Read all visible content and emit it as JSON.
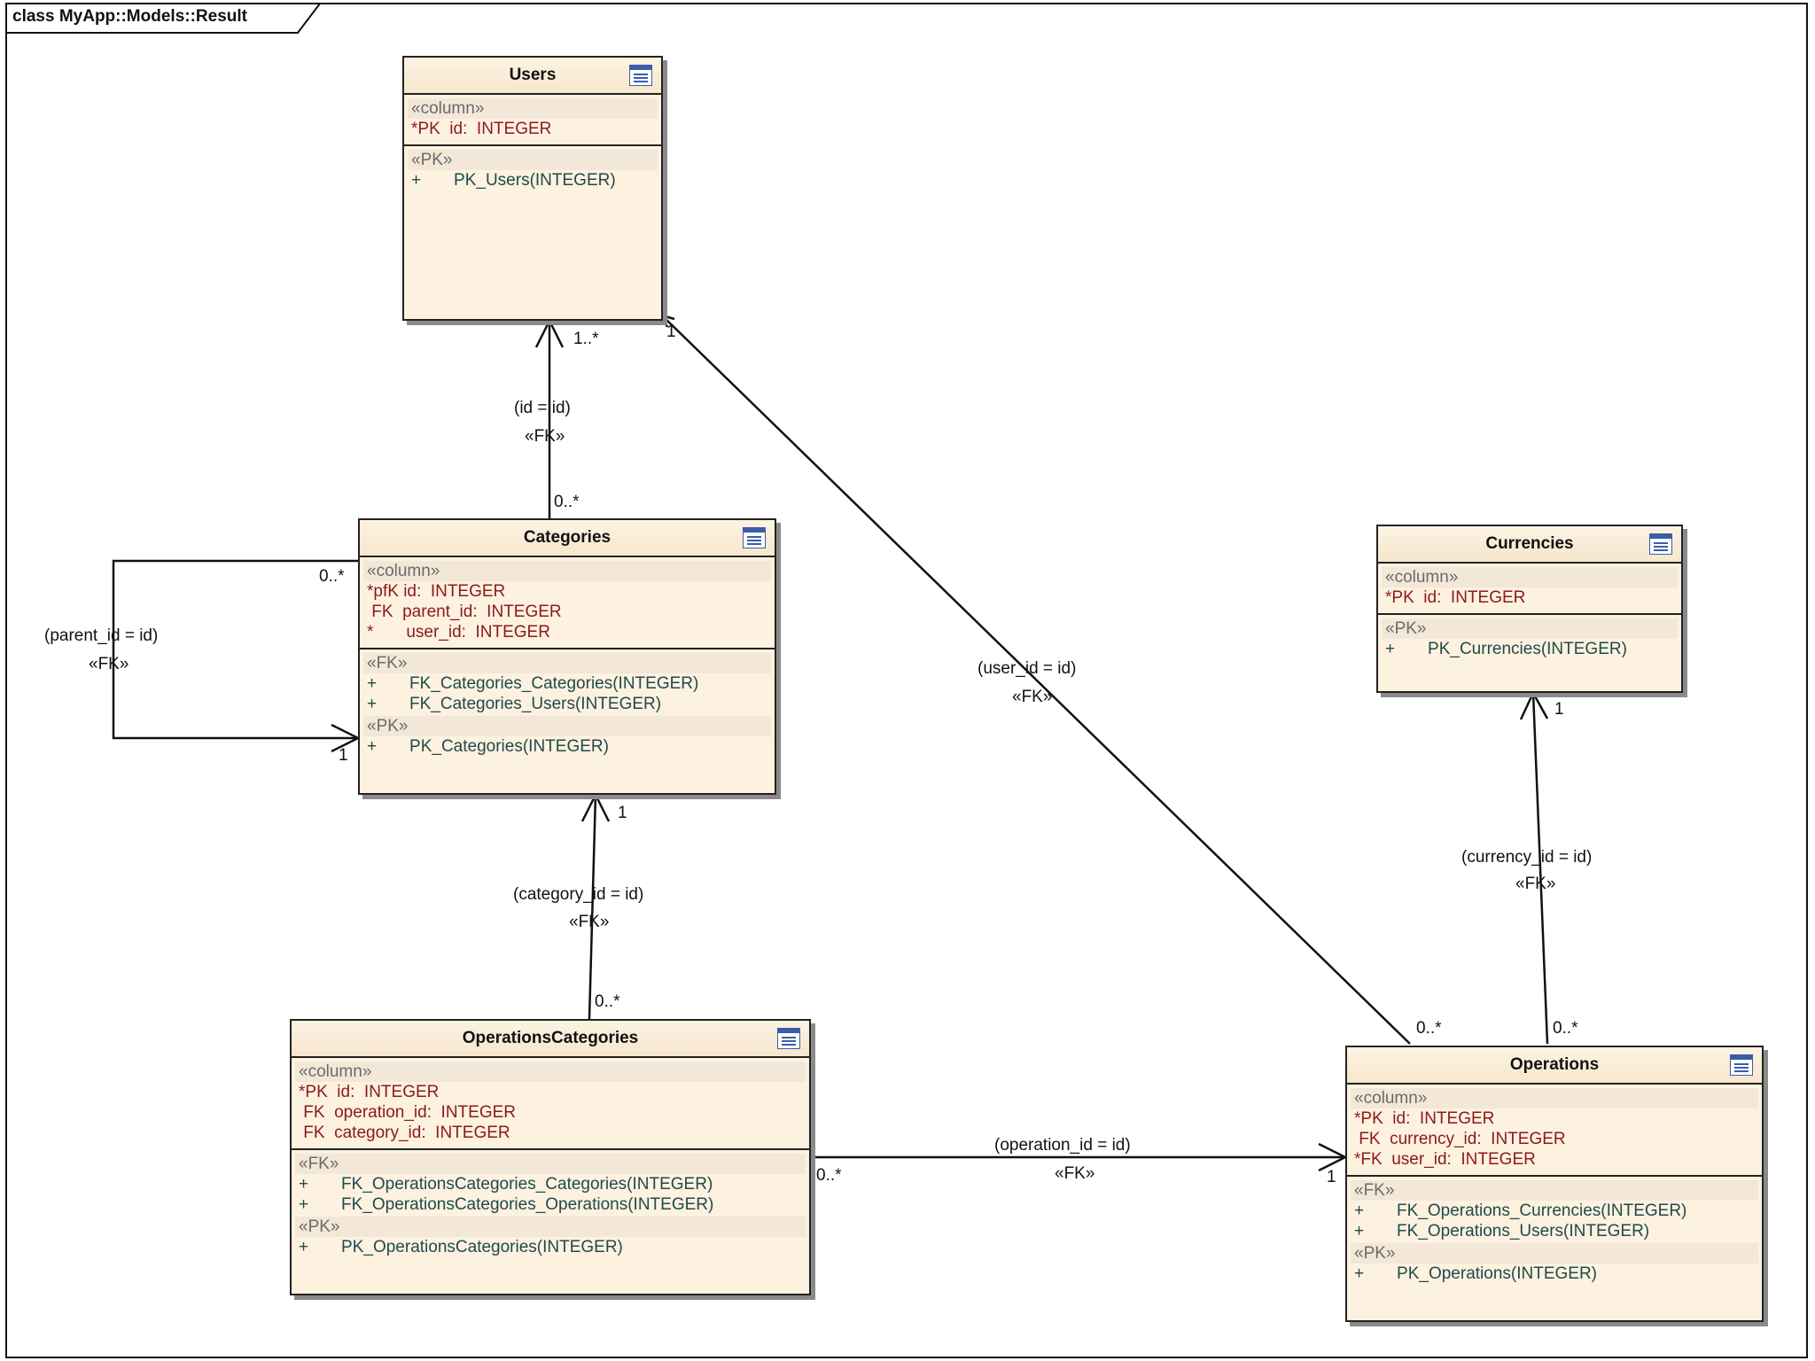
{
  "frame_title": "class MyApp::Models::Result",
  "entities": {
    "users": {
      "name": "Users",
      "column_stereotype": "«column»",
      "columns": [
        "*PK  id:  INTEGER"
      ],
      "pk_stereotype": "«PK»",
      "pk_ops": [
        "+       PK_Users(INTEGER)"
      ]
    },
    "categories": {
      "name": "Categories",
      "column_stereotype": "«column»",
      "columns": [
        "*pfK id:  INTEGER",
        " FK  parent_id:  INTEGER",
        "*       user_id:  INTEGER"
      ],
      "fk_stereotype": "«FK»",
      "fk_ops": [
        "+       FK_Categories_Categories(INTEGER)",
        "+       FK_Categories_Users(INTEGER)"
      ],
      "pk_stereotype": "«PK»",
      "pk_ops": [
        "+       PK_Categories(INTEGER)"
      ]
    },
    "currencies": {
      "name": "Currencies",
      "column_stereotype": "«column»",
      "columns": [
        "*PK  id:  INTEGER"
      ],
      "pk_stereotype": "«PK»",
      "pk_ops": [
        "+       PK_Currencies(INTEGER)"
      ]
    },
    "operations_categories": {
      "name": "OperationsCategories",
      "column_stereotype": "«column»",
      "columns": [
        "*PK  id:  INTEGER",
        " FK  operation_id:  INTEGER",
        " FK  category_id:  INTEGER"
      ],
      "fk_stereotype": "«FK»",
      "fk_ops": [
        "+       FK_OperationsCategories_Categories(INTEGER)",
        "+       FK_OperationsCategories_Operations(INTEGER)"
      ],
      "pk_stereotype": "«PK»",
      "pk_ops": [
        "+       PK_OperationsCategories(INTEGER)"
      ]
    },
    "operations": {
      "name": "Operations",
      "column_stereotype": "«column»",
      "columns": [
        "*PK  id:  INTEGER",
        " FK  currency_id:  INTEGER",
        "*FK  user_id:  INTEGER"
      ],
      "fk_stereotype": "«FK»",
      "fk_ops": [
        "+       FK_Operations_Currencies(INTEGER)",
        "+       FK_Operations_Users(INTEGER)"
      ],
      "pk_stereotype": "«PK»",
      "pk_ops": [
        "+       PK_Operations(INTEGER)"
      ]
    }
  },
  "relations": {
    "categories_users": {
      "condition": "(id = id)",
      "stereotype": "«FK»",
      "source_mult": "0..*",
      "target_mult": "1..*"
    },
    "categories_self": {
      "condition": "(parent_id = id)",
      "stereotype": "«FK»",
      "source_mult": "0..*",
      "target_mult": "1"
    },
    "operations_users": {
      "condition": "(user_id = id)",
      "stereotype": "«FK»",
      "source_mult": "0..*",
      "target_mult": "1"
    },
    "operations_currencies": {
      "condition": "(currency_id = id)",
      "stereotype": "«FK»",
      "source_mult": "0..*",
      "target_mult": "1"
    },
    "opcat_categories": {
      "condition": "(category_id = id)",
      "stereotype": "«FK»",
      "source_mult": "0..*",
      "target_mult": "1"
    },
    "opcat_operations": {
      "condition": "(operation_id = id)",
      "stereotype": "«FK»",
      "source_mult": "0..*",
      "target_mult": "1"
    }
  }
}
